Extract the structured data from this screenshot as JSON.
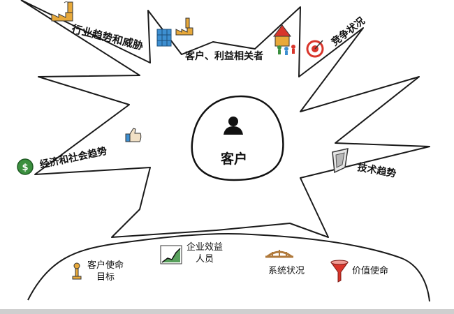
{
  "center": {
    "label": "客户"
  },
  "forces": {
    "industry": "行业趋势和威胁",
    "stakeholders": "客户、利益相关者",
    "competition": "竞争状况",
    "economic": "经济和社会趋势",
    "technology": "技术趋势"
  },
  "ground": {
    "mission_line1": "客户使命",
    "mission_line2": "目标",
    "benefit_line1": "企业效益",
    "benefit_line2": "人员",
    "system": "系统状况",
    "value": "价值使命"
  },
  "colors": {
    "line": "#1a1a1a",
    "accent_orange": "#e8a93a",
    "accent_red": "#d9352b",
    "accent_green": "#3b8f3f",
    "accent_blue": "#3d8fd1"
  }
}
